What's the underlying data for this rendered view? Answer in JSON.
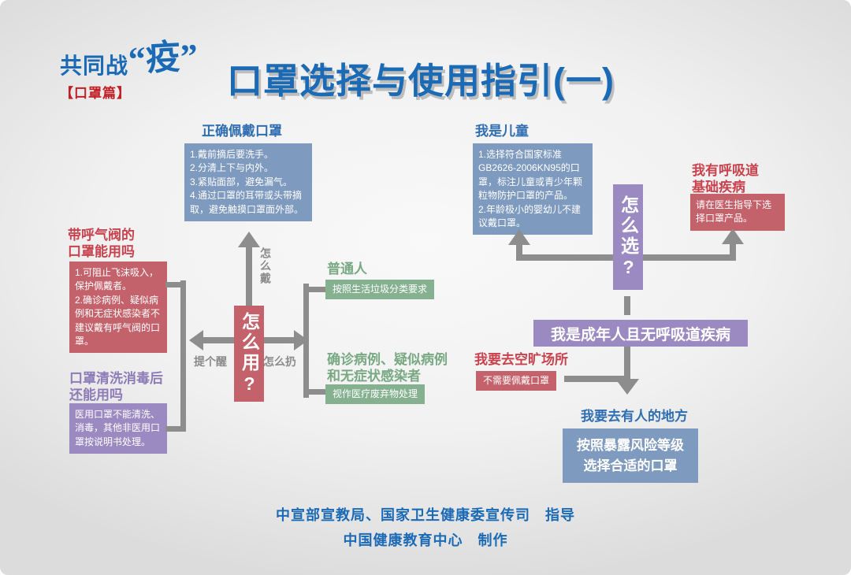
{
  "colors": {
    "title_blue": "#1a6ab5",
    "logo_red": "#c22027",
    "box_bluegray": "#7e9abe",
    "box_rose": "#c4626c",
    "box_purple": "#9b8ac1",
    "box_green": "#85b190",
    "arrow_gray": "#8d8d8d",
    "title_text_blue": "#2f6eb0",
    "title_text_red": "#c8434e",
    "title_text_purple": "#8d7bb8",
    "title_text_green": "#79a983"
  },
  "header": {
    "logo_zhan": "共同战",
    "logo_yi": "“疫”",
    "logo_sub": "【口罩篇】",
    "title": "口罩选择与使用指引(一)"
  },
  "how_to_wear": {
    "title": "正确佩戴口罩",
    "items": [
      "1.戴前摘后要洗手。",
      "2.分清上下与内外。",
      "3.紧贴面部，避免漏气。",
      "4.通过口罩的耳带或头带摘取，避免触摸口罩面外部。"
    ]
  },
  "valve": {
    "title_line1": "带呼气阀的",
    "title_line2": "口罩能用吗",
    "items": [
      "1.可阻止飞沫吸入，保护佩戴者。",
      "2.确诊病例、疑似病例和无症状感染者不建议戴有呼气阀的口罩。"
    ]
  },
  "wash": {
    "title_line1": "口罩清洗消毒后",
    "title_line2": "还能用吗",
    "body": "医用口罩不能清洗、消毒，其他非医用口罩按说明书处理。"
  },
  "center": {
    "how_use": "怎么用?",
    "label_wear": "怎么戴",
    "label_remind": "提个醒",
    "label_discard": "怎么扔"
  },
  "ordinary": {
    "title": "普通人",
    "body": "按照生活垃圾分类要求"
  },
  "confirmed": {
    "title_line1": "确诊病例、疑似病例",
    "title_line2": "和无症状感染者",
    "body": "视作医疗废弃物处理"
  },
  "child": {
    "title": "我是儿童",
    "items": [
      "1.选择符合国家标准GB2626-2006KN95的口罩，标注儿童或青少年颗粒物防护口罩的产品。",
      "2.年龄极小的婴幼儿不建议戴口罩。"
    ]
  },
  "choose": {
    "how_choose": "怎么选?"
  },
  "respiratory": {
    "title_line1": "我有呼吸道",
    "title_line2": "基础疾病",
    "body": "请在医生指导下选择口罩产品。"
  },
  "adult": {
    "bar": "我是成年人且无呼吸道疾病"
  },
  "open_area": {
    "title": "我要去空旷场所",
    "body": "不需要佩戴口罩"
  },
  "crowded": {
    "title": "我要去有人的地方",
    "body_line1": "按照暴露风险等级",
    "body_line2": "选择合适的口罩"
  },
  "credits": {
    "line1": "中宣部宣教局、国家卫生健康委宣传司　指导",
    "line2": "中国健康教育中心　制作"
  }
}
